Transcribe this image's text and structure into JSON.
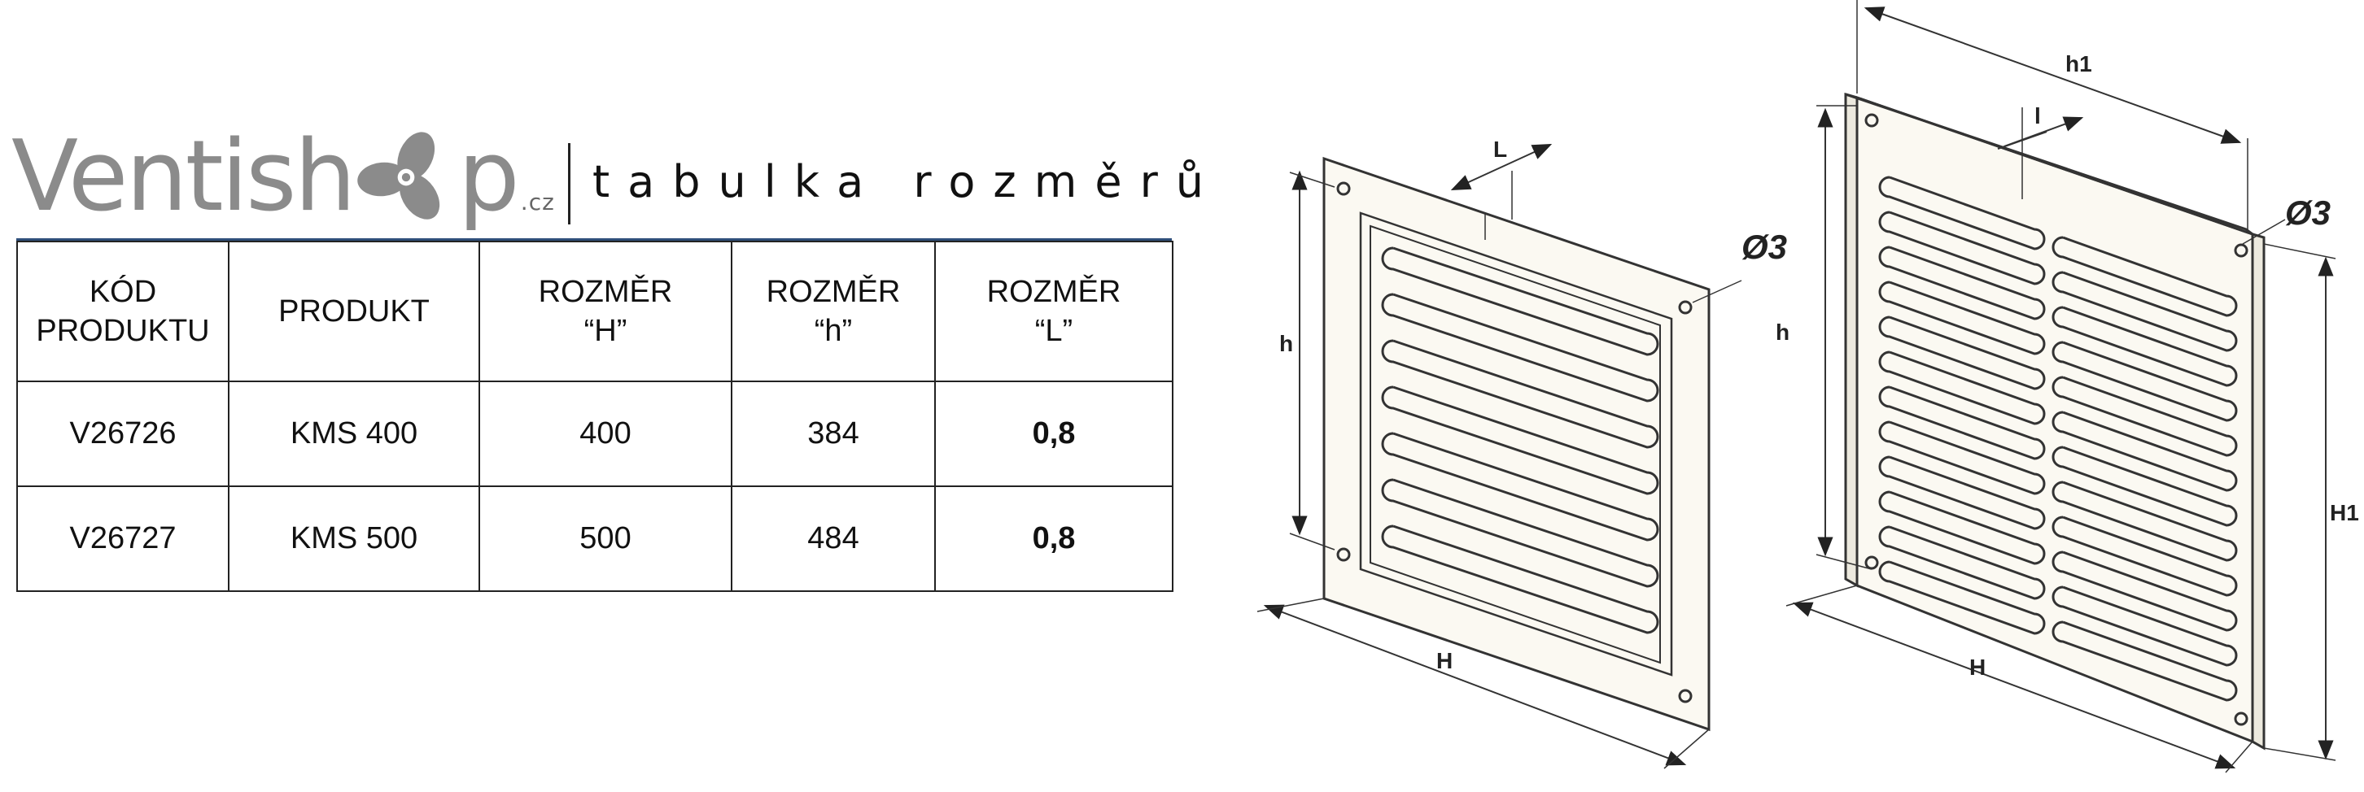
{
  "logo": {
    "text_before": "Ventish",
    "text_after": "p",
    "tld": ".cz",
    "icon": "fan-icon"
  },
  "subtitle": "tabulka rozměrů",
  "table": {
    "headers": [
      "KÓD\nPRODUKTU",
      "PRODUKT",
      "ROZMĚR\n“H”",
      "ROZMĚR\n“h”",
      "ROZMĚR\n“L”"
    ],
    "rows": [
      [
        "V26726",
        "KMS 400",
        "400",
        "384",
        "0,8"
      ],
      [
        "V26727",
        "KMS 500",
        "500",
        "484",
        "0,8"
      ]
    ]
  },
  "drawing_labels": {
    "left": {
      "L": "L",
      "h": "h",
      "H": "H",
      "d": "Ø3"
    },
    "right": {
      "h1": "h1",
      "l": "l",
      "d": "Ø3",
      "h": "h",
      "H1": "H1",
      "H": "H"
    }
  },
  "colors": {
    "accent_line": "#2f4f7a",
    "logo_gray": "#8b8b8b",
    "plate_fill": "#fbf9f2"
  }
}
